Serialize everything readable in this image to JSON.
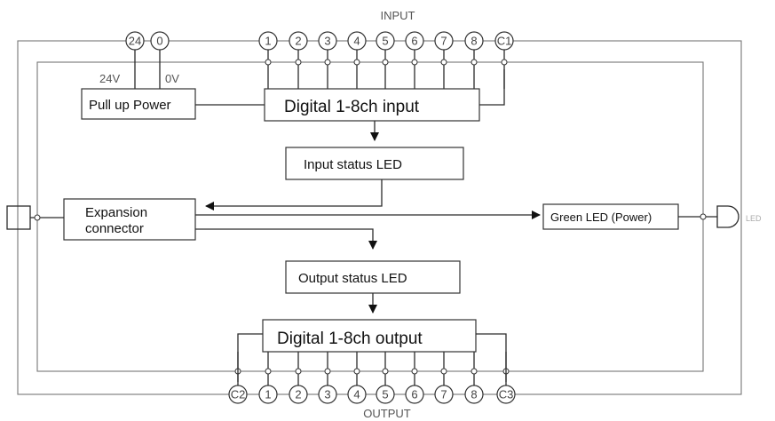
{
  "diagram": {
    "input_title": "INPUT",
    "output_title": "OUTPUT",
    "power_terminals": [
      "24",
      "0"
    ],
    "power_labels": [
      "24V",
      "0V"
    ],
    "input_terminals": [
      "1",
      "2",
      "3",
      "4",
      "5",
      "6",
      "7",
      "8",
      "C1"
    ],
    "output_terminals": [
      "C2",
      "1",
      "2",
      "3",
      "4",
      "5",
      "6",
      "7",
      "8",
      "C3"
    ],
    "boxes": {
      "pullup": "Pull up Power",
      "digital_input": "Digital 1-8ch input",
      "input_led": "Input status LED",
      "expansion_line1": "Expansion",
      "expansion_line2": "connector",
      "green_led": "Green LED (Power)",
      "output_led": "Output status LED",
      "digital_output": "Digital 1-8ch output"
    },
    "led_label": "LED"
  }
}
